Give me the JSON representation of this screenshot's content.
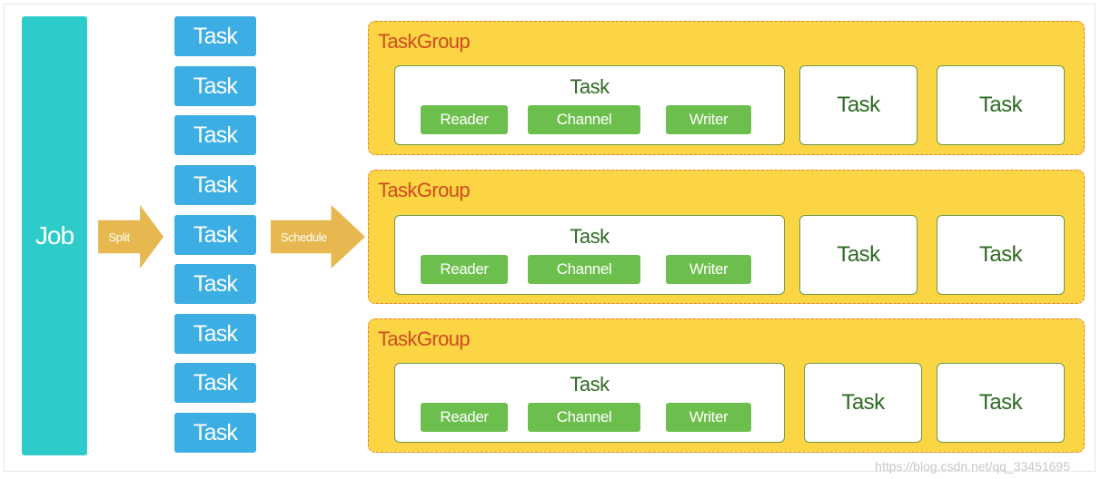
{
  "job": {
    "label": "Job"
  },
  "arrows": {
    "split": "Split",
    "schedule": "Schedule"
  },
  "tasks": [
    "Task",
    "Task",
    "Task",
    "Task",
    "Task",
    "Task",
    "Task",
    "Task",
    "Task"
  ],
  "task_groups": [
    {
      "title": "TaskGroup",
      "main_task": {
        "title": "Task",
        "reader": "Reader",
        "channel": "Channel",
        "writer": "Writer"
      },
      "other_tasks": [
        "Task",
        "Task"
      ]
    },
    {
      "title": "TaskGroup",
      "main_task": {
        "title": "Task",
        "reader": "Reader",
        "channel": "Channel",
        "writer": "Writer"
      },
      "other_tasks": [
        "Task",
        "Task"
      ]
    },
    {
      "title": "TaskGroup",
      "main_task": {
        "title": "Task",
        "reader": "Reader",
        "channel": "Channel",
        "writer": "Writer"
      },
      "other_tasks": [
        "Task",
        "Task"
      ]
    }
  ],
  "watermark": "https://blog.csdn.net/qq_33451695",
  "colors": {
    "job": "#2ecbcb",
    "task": "#3daee3",
    "arrow": "#e6b84f",
    "taskgroup_fill": "#fcd545",
    "taskgroup_border": "#e27d3e",
    "taskgroup_title": "#cf4a1f",
    "chip": "#6cbf4c",
    "task_text": "#2d6a22"
  }
}
